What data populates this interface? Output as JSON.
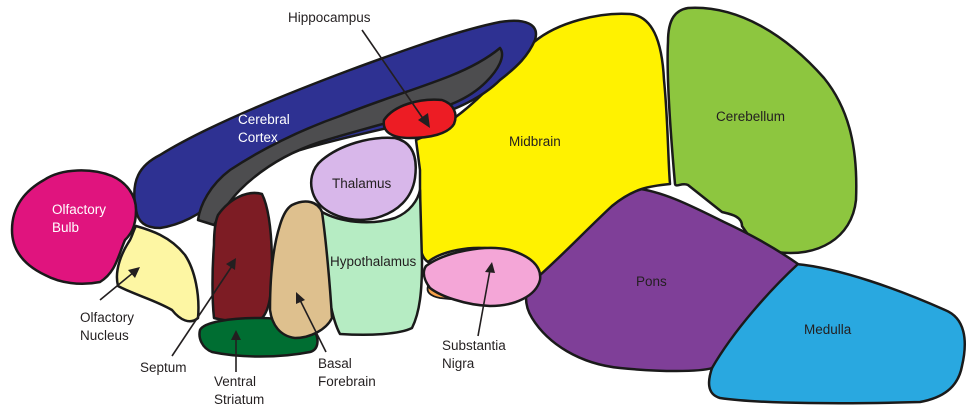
{
  "colors": {
    "olfactory_bulb": "#e0147e",
    "olfactory_nucleus": "#fdf6a3",
    "cerebral_cortex": "#2e3192",
    "white_matter": "#4d4d4f",
    "hippocampus": "#ed1c24",
    "midbrain": "#fff200",
    "cerebellum": "#8dc63f",
    "thalamus": "#d8b7ea",
    "hypothalamus": "#b6ecc3",
    "septum": "#7d1c24",
    "ventral_striatum": "#006e32",
    "basal_forebrain": "#dec08e",
    "substantia_nigra": "#f4a6d7",
    "nigral_tract": "#f7a14a",
    "pons": "#7f3f98",
    "medulla": "#29a8e0"
  },
  "labels": {
    "hippocampus": "Hippocampus",
    "cerebral_cortex": [
      "Cerebral",
      "Cortex"
    ],
    "midbrain": "Midbrain",
    "cerebellum": "Cerebellum",
    "olfactory_bulb": [
      "Olfactory",
      "Bulb"
    ],
    "thalamus": "Thalamus",
    "hypothalamus": "Hypothalamus",
    "pons": "Pons",
    "medulla": "Medulla",
    "olfactory_nucleus": [
      "Olfactory",
      "Nucleus"
    ],
    "septum": "Septum",
    "ventral_striatum": [
      "Ventral",
      "Striatum"
    ],
    "basal_forebrain": [
      "Basal",
      "Forebrain"
    ],
    "substantia_nigra": [
      "Substantia",
      "Nigra"
    ]
  }
}
